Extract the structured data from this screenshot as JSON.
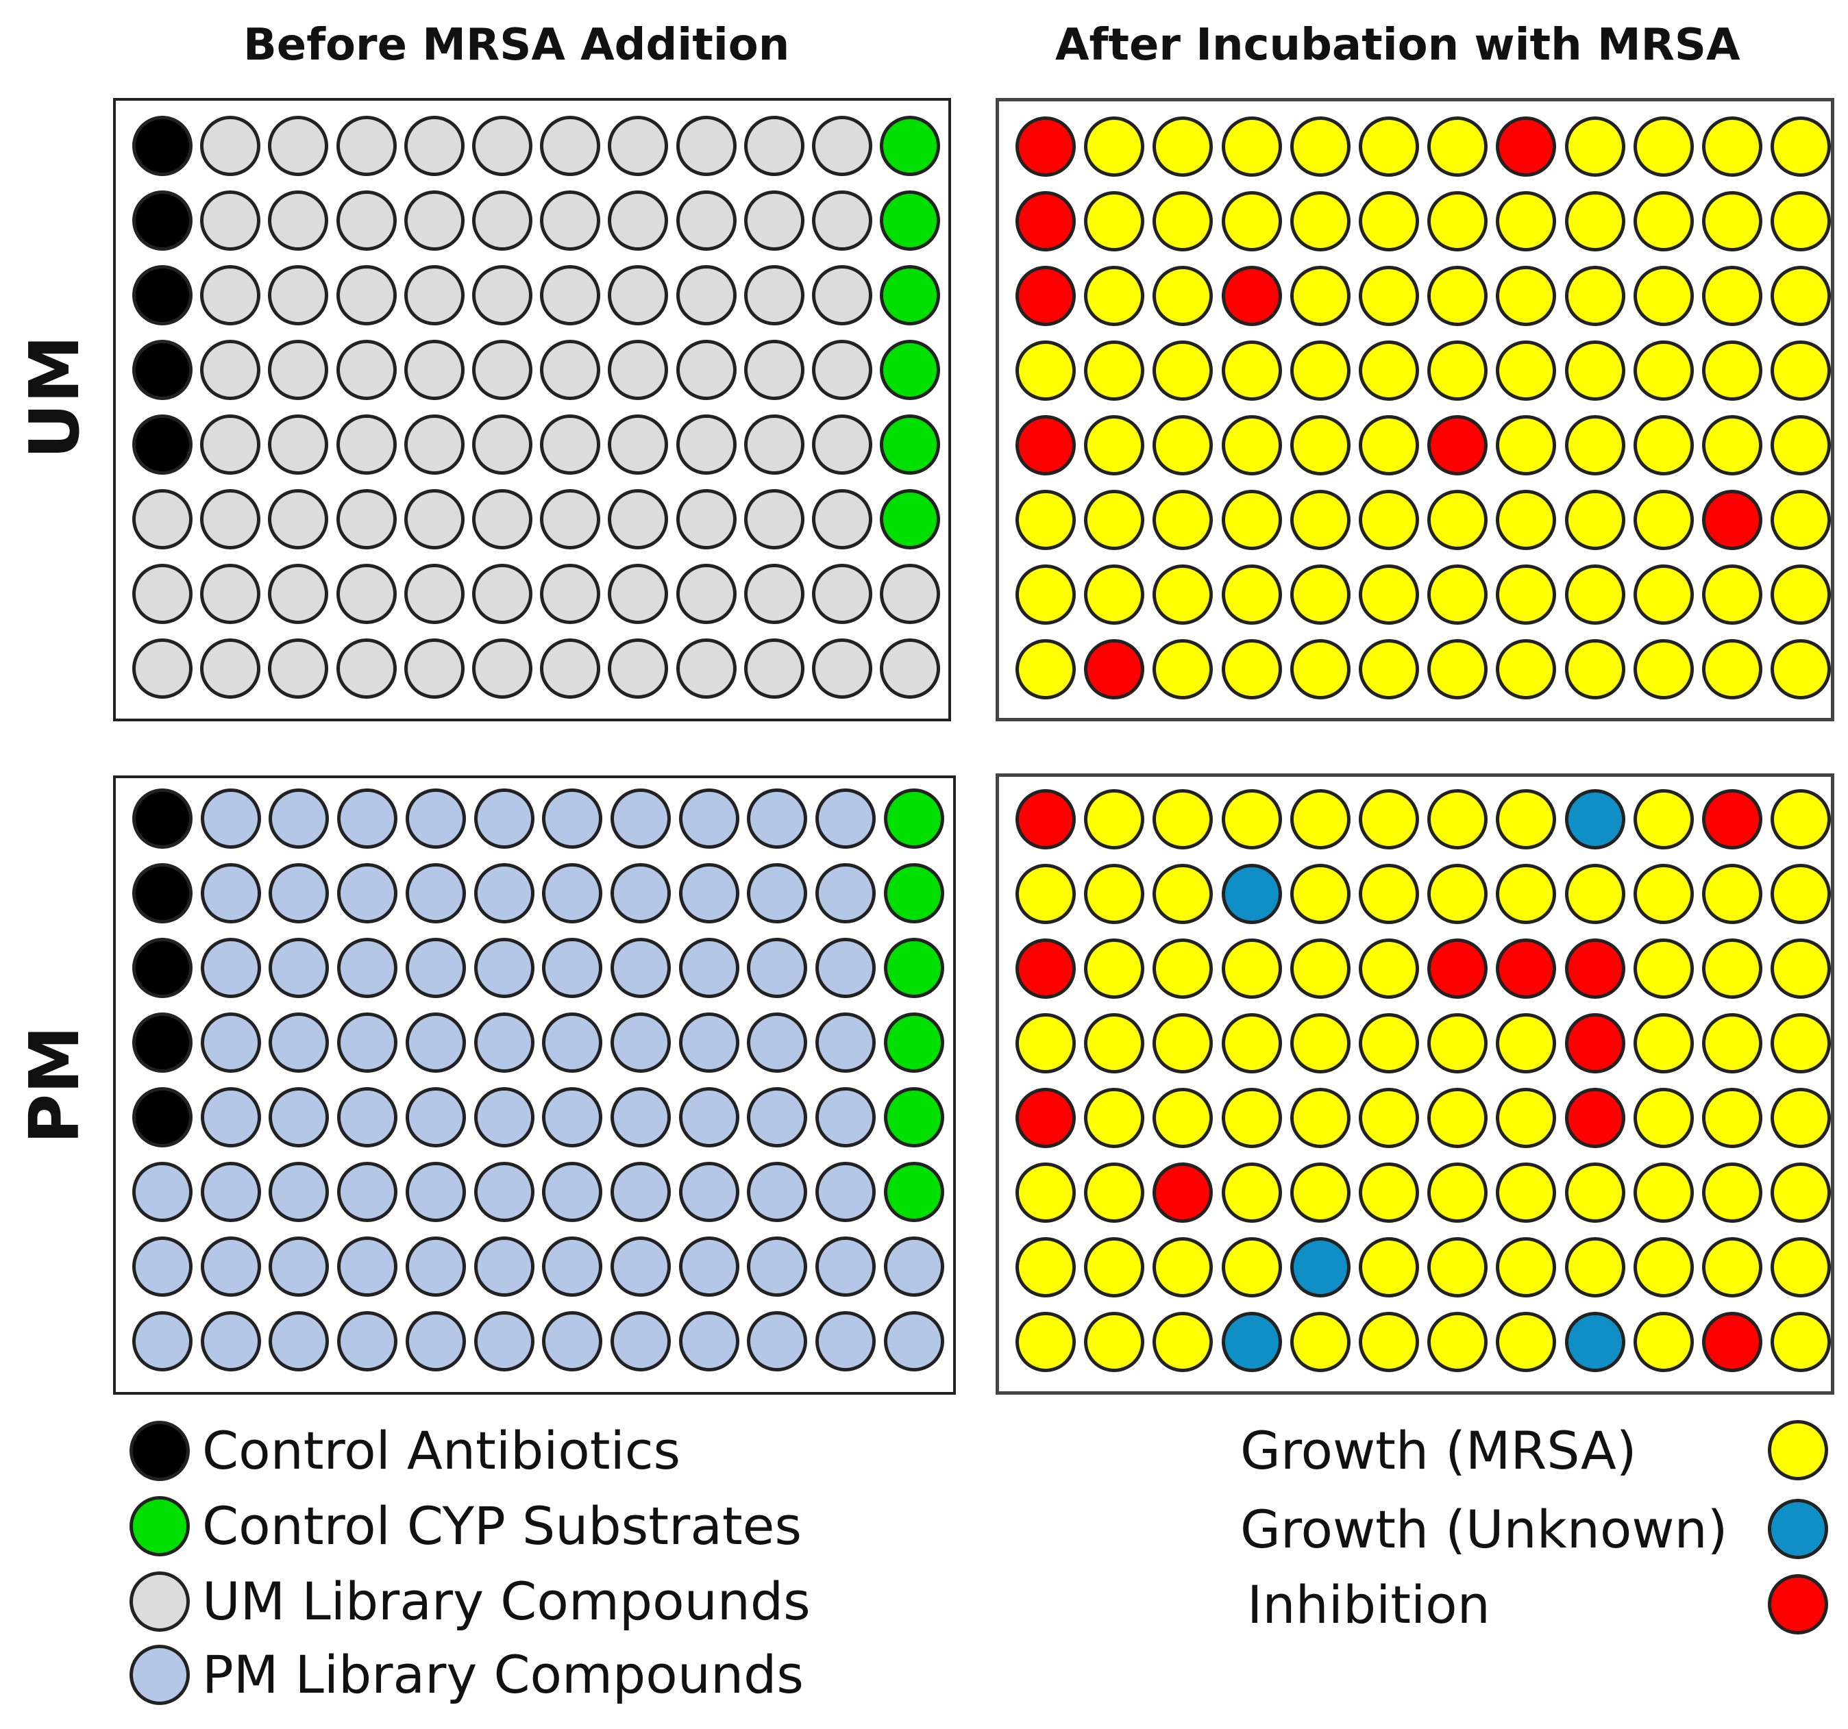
{
  "titles": {
    "before": "Before MRSA Addition",
    "after": "After Incubation with MRSA"
  },
  "rows": {
    "um": "UM",
    "pm": "PM"
  },
  "colors": {
    "A": "#000000",
    "C": "#00e000",
    "U": "#dcdcdc",
    "P": "#b4c7e7",
    "Y": "#ffff00",
    "B": "#0f8fc6",
    "R": "#ff0000"
  },
  "well_names": {
    "A": "control-antibiotic-well",
    "C": "control-cyp-substrate-well",
    "U": "um-library-compound-well",
    "P": "pm-library-compound-well",
    "Y": "growth-mrsa-well",
    "B": "growth-unknown-well",
    "R": "inhibition-well"
  },
  "plates": {
    "um_before": [
      "AUUUUUUUUUUC",
      "AUUUUUUUUUUC",
      "AUUUUUUUUUUC",
      "AUUUUUUUUUUC",
      "AUUUUUUUUUUC",
      "UUUUUUUUUUUC",
      "UUUUUUUUUUUU",
      "UUUUUUUUUUUU"
    ],
    "um_after": [
      "RYYYYYYRYYYY",
      "RYYYYYYYYYYY",
      "RYYRYYYYYYYY",
      "YYYYYYYYYYYY",
      "RYYYYYRYYYYY",
      "YYYYYYYYYYRY",
      "YYYYYYYYYYYY",
      "YRYYYYYYYYYY"
    ],
    "pm_before": [
      "APPPPPPPPPPC",
      "APPPPPPPPPPC",
      "APPPPPPPPPPC",
      "APPPPPPPPPPC",
      "APPPPPPPPPPC",
      "PPPPPPPPPPPC",
      "PPPPPPPPPPPP",
      "PPPPPPPPPPPP"
    ],
    "pm_after": [
      "RYYYYYYYBYRY",
      "YYYBYYYYYYYY",
      "RYYYYYRRRYYY",
      "YYYYYYYYRYYY",
      "RYYYYYYYRYYY",
      "YYRYYYYYYYYY",
      "YYYYBYYYYYYY",
      "YYYBYYYYBYRY"
    ]
  },
  "legend_left": [
    {
      "key": "A",
      "label": "Control Antibiotics"
    },
    {
      "key": "C",
      "label": "Control CYP Substrates"
    },
    {
      "key": "U",
      "label": "UM Library Compounds"
    },
    {
      "key": "P",
      "label": "PM Library Compounds"
    }
  ],
  "legend_right": [
    {
      "key": "Y",
      "label": "Growth (MRSA)"
    },
    {
      "key": "B",
      "label": "Growth (Unknown)"
    },
    {
      "key": "R",
      "label": "Inhibition"
    }
  ]
}
